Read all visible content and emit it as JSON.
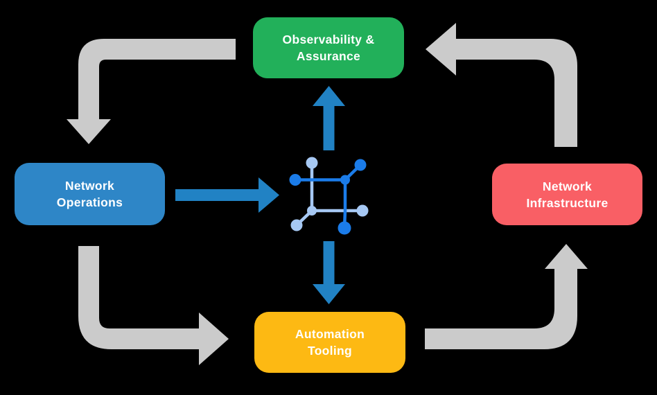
{
  "diagram": {
    "nodes": {
      "observability": {
        "line1": "Observability &",
        "line2": "Assurance",
        "color": "#22B05A"
      },
      "operations": {
        "line1": "Network",
        "line2": "Operations",
        "color": "#2E86C7"
      },
      "infrastructure": {
        "line1": "Network",
        "line2": "Infrastructure",
        "color": "#F95F65"
      },
      "automation": {
        "line1": "Automation",
        "line2": "Tooling",
        "color": "#FDB913"
      }
    },
    "center_icon": {
      "name": "network-mesh-icon"
    },
    "colors": {
      "background": "#000000",
      "arrow_gray": "#CBCBCB",
      "arrow_blue": "#2182C4",
      "icon_dark": "#1B7CE9",
      "icon_light": "#A6C8F3",
      "text": "#FFFFFF"
    },
    "flows": [
      {
        "from": "Observability & Assurance",
        "to": "Network Operations",
        "style": "gray-cycle"
      },
      {
        "from": "Network Operations",
        "to": "Automation Tooling",
        "style": "gray-cycle"
      },
      {
        "from": "Automation Tooling",
        "to": "Network Infrastructure",
        "style": "gray-cycle"
      },
      {
        "from": "Network Infrastructure",
        "to": "Observability & Assurance",
        "style": "gray-cycle"
      },
      {
        "from": "Network Operations",
        "to": "network-mesh-icon",
        "style": "blue"
      },
      {
        "from": "network-mesh-icon",
        "to": "Observability & Assurance",
        "style": "blue"
      },
      {
        "from": "network-mesh-icon",
        "to": "Automation Tooling",
        "style": "blue"
      }
    ]
  }
}
